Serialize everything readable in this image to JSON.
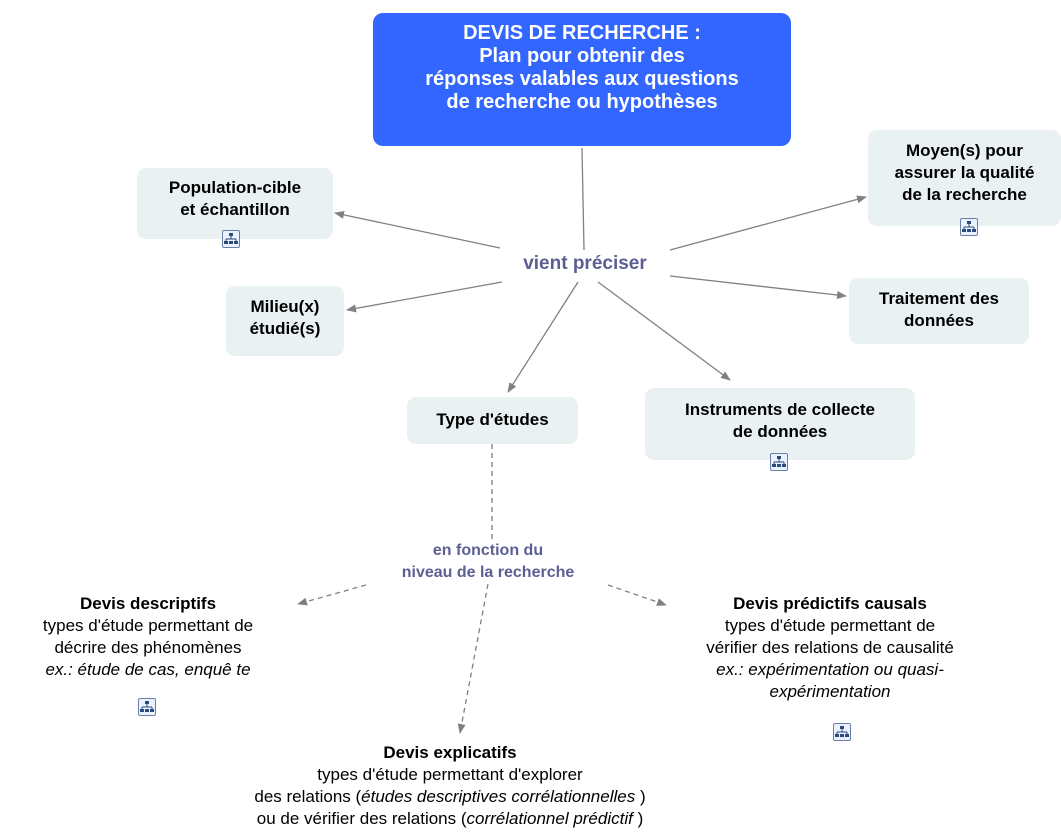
{
  "root": {
    "line1": "DEVIS DE RECHERCHE :",
    "line2": "Plan pour obtenir des",
    "line3": "réponses valables aux questions",
    "line4": "de recherche ou hypothèses"
  },
  "link_labels": {
    "main": "vient préciser",
    "level_line1": "en fonction du",
    "level_line2": "niveau de la recherche"
  },
  "nodes": {
    "population": {
      "line1": "Population-cible",
      "line2": "et échantillon"
    },
    "milieu": {
      "line1": "Milieu(x)",
      "line2": "étudié(s)"
    },
    "type": {
      "line1": "Type d'études"
    },
    "instruments": {
      "line1": "Instruments de collecte",
      "line2": "de données"
    },
    "traitement": {
      "line1": "Traitement des",
      "line2": "données"
    },
    "moyens": {
      "line1": "Moyen(s) pour",
      "line2": "assurer la qualité",
      "line3": "de la recherche"
    }
  },
  "devis": {
    "descriptifs": {
      "title": "Devis descriptifs",
      "line1": "types d'étude permettant de",
      "line2": "décrire des phénomènes",
      "example": "ex.: étude de cas, enquê te"
    },
    "predictifs": {
      "title": "Devis prédictifs causals",
      "line1": "types d'étude permettant de",
      "line2": "vérifier des relations de causalité",
      "example1": "ex.: expérimentation ou quasi-",
      "example2": "expérimentation"
    },
    "explicatifs": {
      "title": "Devis explicatifs",
      "line1": "types d'étude permettant d'explorer",
      "line2_pre": "des relations (",
      "line2_it": "études descriptives corrélationnelles",
      "line2_post": " )",
      "line3_pre": "ou de vérifier des relations (",
      "line3_it": "corrélationnel prédictif",
      "line3_post": " )"
    }
  },
  "colors": {
    "root_fill": "#3366ff",
    "node_fill": "#e9f1f3",
    "link_label": "#5d5f93",
    "line": "#808080"
  },
  "icons": [
    "concept-map-icon"
  ]
}
